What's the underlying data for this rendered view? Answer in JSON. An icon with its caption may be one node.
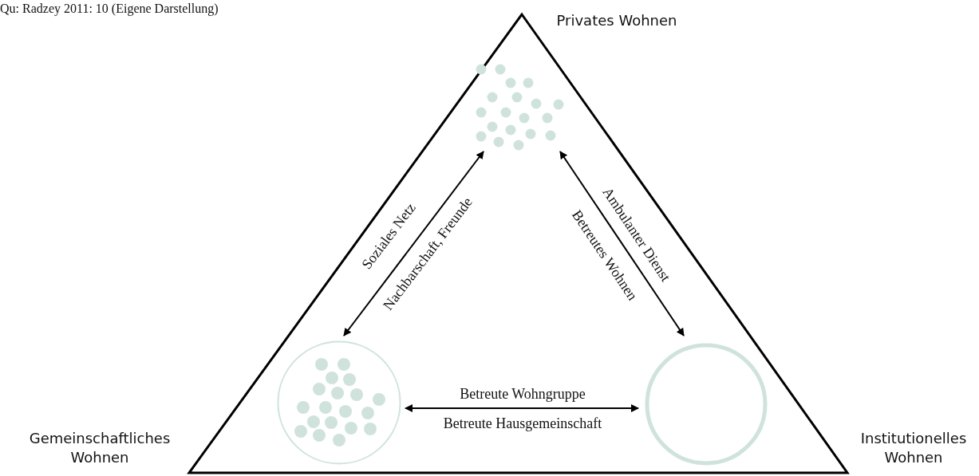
{
  "diagram": {
    "caption": "Qu: Radzey 2011: 10 (Eigene Darstellung)",
    "nodes": [
      {
        "text": [],
        "shape": "picture"
      },
      {
        "text": [],
        "shape": "circle"
      },
      {
        "text": [],
        "shape": "circle"
      }
    ],
    "edges": [
      {
        "from": 0,
        "to": 1,
        "arrow": "both",
        "label": "Soziales Netz"
      },
      {
        "from": 0,
        "to": 2,
        "arrow": "both",
        "label": "Ambulanter Dienst"
      },
      {
        "from": 1,
        "to": 2,
        "arrow": "both",
        "label": "Betreute Wohngruppe"
      }
    ],
    "labels": [
      "Privates Wohnen",
      "Nachbarschaft, Freunde",
      "Betreutes Wohnen",
      "Betreute Hausgemeinschaft",
      "Gemeinschaftliches Wohnen",
      "Institutionelles Wohnen"
    ]
  }
}
